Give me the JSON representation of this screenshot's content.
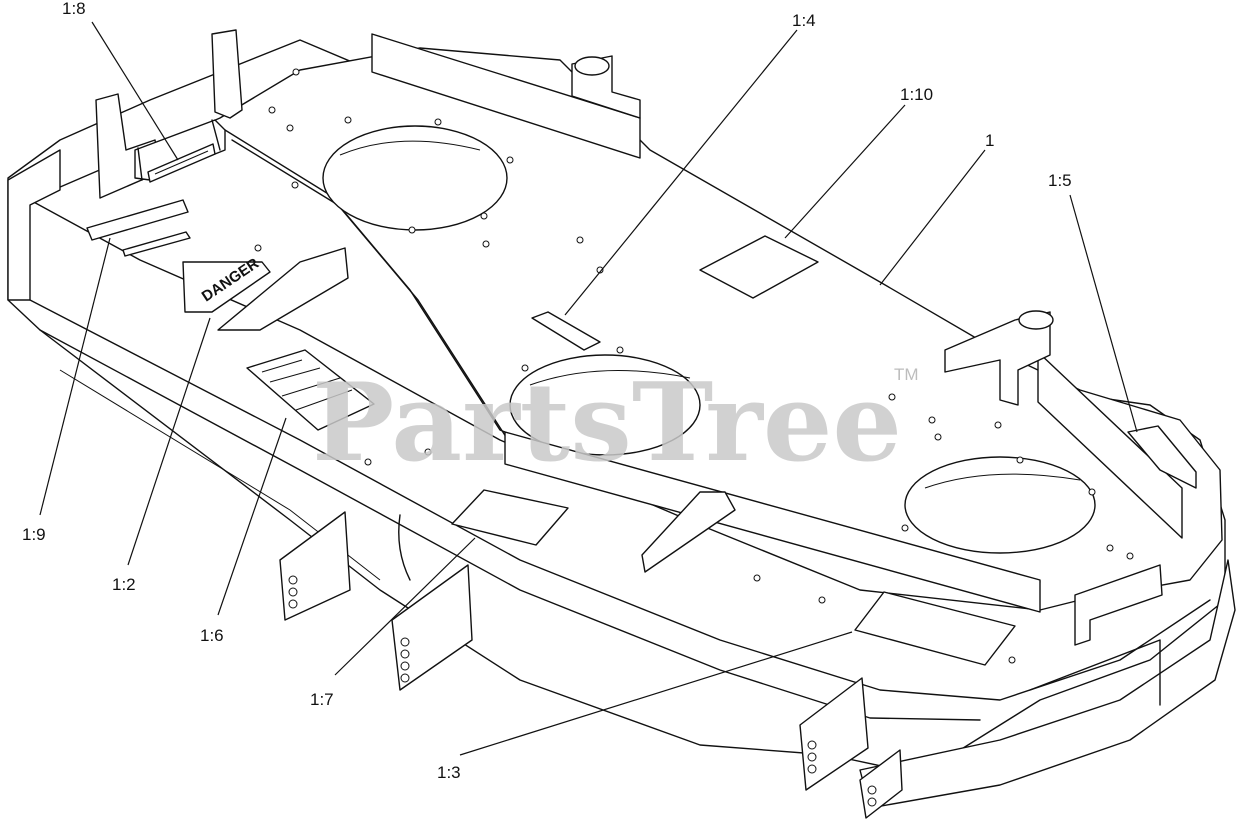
{
  "watermark": {
    "brand": "PartsTree",
    "trademark": "TM"
  },
  "decal_text": {
    "danger": "DANGER"
  },
  "callouts": [
    {
      "id": "1:8"
    },
    {
      "id": "1:4"
    },
    {
      "id": "1:10"
    },
    {
      "id": "1"
    },
    {
      "id": "1:5"
    },
    {
      "id": "1:9"
    },
    {
      "id": "1:2"
    },
    {
      "id": "1:6"
    },
    {
      "id": "1:7"
    },
    {
      "id": "1:3"
    }
  ]
}
